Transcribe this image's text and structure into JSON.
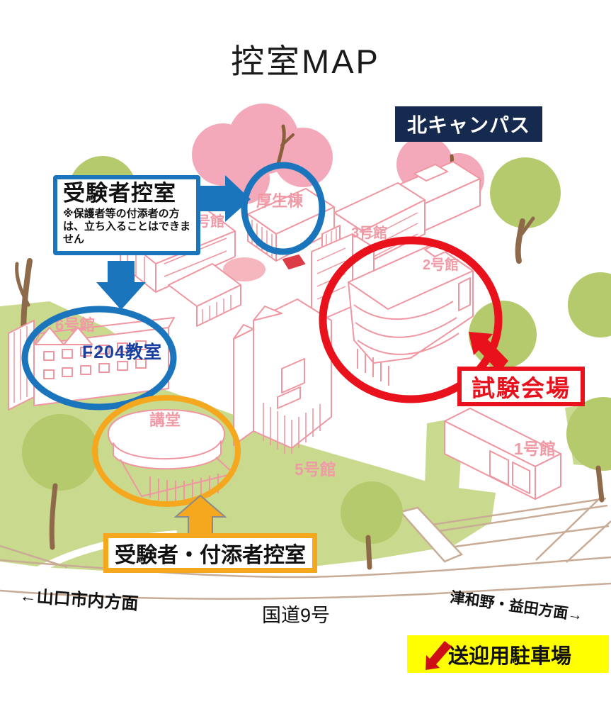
{
  "title": "控室MAP",
  "campus_badge": "北キャンパス",
  "annotations": {
    "examinee_room": {
      "title": "受験者控室",
      "note": "※保護者等の付添者の方は、立ち入ることはできません"
    },
    "f204_label": "F204教室",
    "exam_venue": "試験会場",
    "companion_room": "受験者・付添者控室",
    "parking": "送迎用駐車場"
  },
  "roads": {
    "left": "←山口市内方面",
    "center": "国道9号",
    "right": "津和野・益田方面→"
  },
  "buildings": [
    {
      "label": "厚生棟"
    },
    {
      "label": "4号館"
    },
    {
      "label": "3号館"
    },
    {
      "label": "2号館"
    },
    {
      "label": "1号館"
    },
    {
      "label": "5号館"
    },
    {
      "label": "6号館"
    },
    {
      "label": "講堂"
    }
  ],
  "colors": {
    "annotation_blue": "#1b75bc",
    "annotation_red": "#e8111c",
    "annotation_orange": "#f5a71d",
    "badge_navy": "#16294f",
    "parking_yellow": "#ffff00",
    "building_pink": "#ef96a1",
    "grass_green": "#c9da8f",
    "tree_green": "#b4ca6d",
    "blossom_pink": "#f4a9ba"
  }
}
